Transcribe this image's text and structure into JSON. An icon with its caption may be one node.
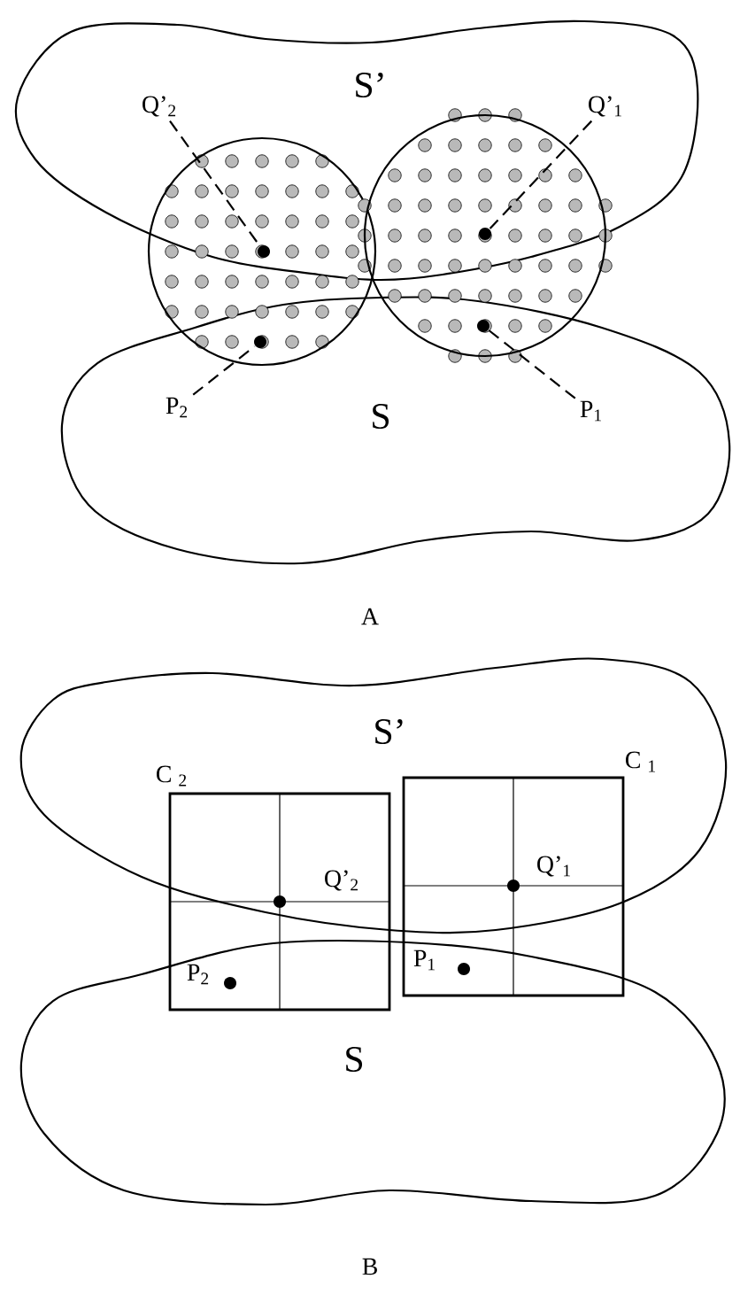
{
  "diagram": {
    "nodes": [
      {
        "text": [
          "S’"
        ]
      },
      {
        "text": [
          "S"
        ]
      },
      {
        "text": [],
        "shape": "circle"
      },
      {
        "text": [],
        "shape": "circle"
      },
      {
        "text": [
          "Q’$_{2}$"
        ],
        "in": 0
      },
      {
        "text": [
          "Q’$_{1}$"
        ],
        "in": 0
      },
      {
        "text": [],
        "shape": "circle"
      },
      {
        "text": [],
        "shape": "circle"
      },
      {
        "text": [],
        "shape": "circle"
      },
      {
        "text": [],
        "shape": "circle"
      },
      {
        "text": [
          "P$_{2}$"
        ],
        "in": 1
      },
      {
        "text": [
          "P$_{1}$"
        ],
        "in": 1
      },
      {
        "text": [
          "S’"
        ]
      },
      {
        "text": [
          "S"
        ]
      },
      {
        "text": [],
        "shape": "box"
      },
      {
        "text": [],
        "shape": "box"
      },
      {
        "text": [],
        "shape": "circle"
      },
      {
        "text": [],
        "shape": "circle"
      },
      {
        "text": [],
        "shape": "circle"
      },
      {
        "text": [],
        "shape": "circle"
      }
    ],
    "edges": [
      {
        "from": 4,
        "to": 6,
        "arrow": "none",
        "style": "dashed"
      },
      {
        "from": 5,
        "to": 7,
        "arrow": "none",
        "style": "dashed"
      },
      {
        "from": 10,
        "to": 8,
        "arrow": "none",
        "style": "dashed"
      },
      {
        "from": 11,
        "to": 9,
        "arrow": "none",
        "style": "dashed"
      }
    ],
    "labels": [
      "A",
      "C $_{2}$",
      "C $_{1}$",
      "Q’$_{1}$",
      "Q’$_{2}$",
      "P$_{1}$",
      "P$_{2}$",
      "B"
    ]
  }
}
